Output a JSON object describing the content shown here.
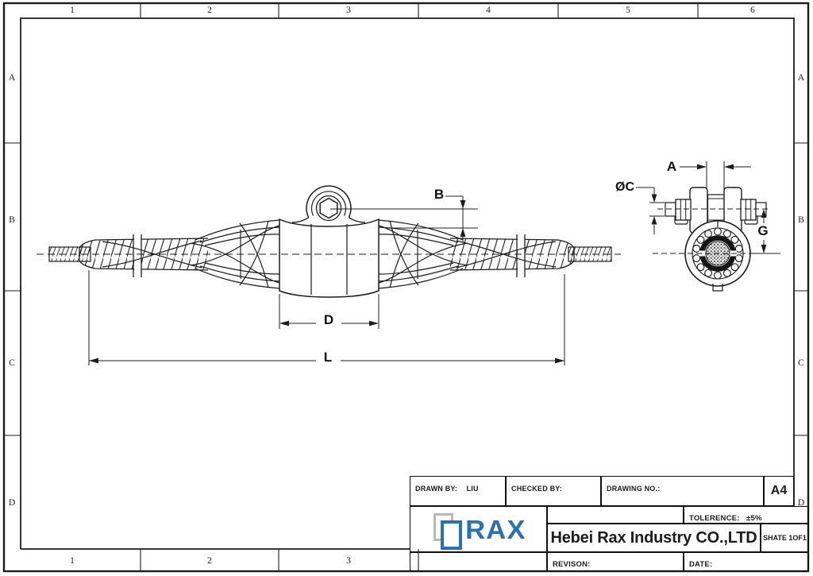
{
  "sheet": {
    "grid_columns_top": [
      "1",
      "2",
      "3",
      "4",
      "5",
      "6"
    ],
    "grid_columns_bottom": [
      "1",
      "2",
      "3"
    ],
    "grid_rows": [
      "A",
      "B",
      "C",
      "D"
    ]
  },
  "title_block": {
    "drawn_by_label": "DRAWN BY:",
    "drawn_by_value": "LIU",
    "checked_by_label": "CHECKED BY:",
    "drawing_no_label": "DRAWING NO.:",
    "paper_size": "A4",
    "tolerance_label": "TOLERENCE:",
    "tolerance_value": "±5%",
    "company": "Hebei Rax Industry CO.,LTD",
    "sheet_note": "SHATE 1OF1",
    "revision_label": "REVISON:",
    "date_label": "DATE:",
    "logo_text": "RAX"
  },
  "dimensions": {
    "clevis_gap": "A",
    "eye_offset": "B",
    "bolt_diameter": "ØC",
    "clamp_width": "D",
    "axis_offset": "G",
    "overall_length": "L"
  },
  "colors": {
    "line": "#1c1c1c",
    "logo_blue": "#2b72b4",
    "logo_gray": "#b9b9b9"
  }
}
